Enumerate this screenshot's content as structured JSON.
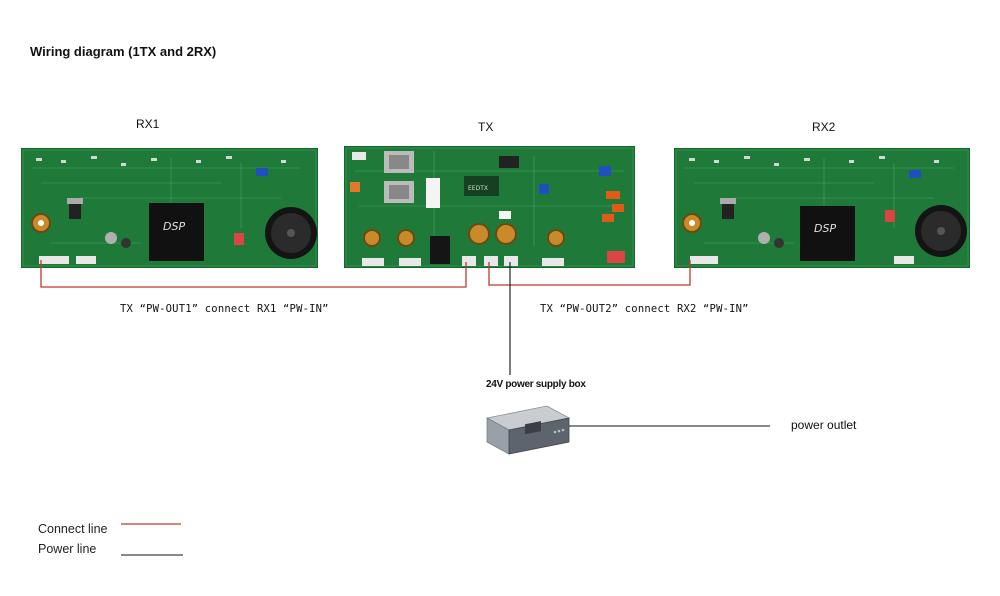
{
  "title": "Wiring diagram (1TX and 2RX)",
  "boards": {
    "rx1": {
      "label": "RX1",
      "chip": "DSP"
    },
    "tx": {
      "label": "TX",
      "chip": "EEDTX"
    },
    "rx2": {
      "label": "RX2",
      "chip": "DSP"
    }
  },
  "connections": {
    "out1": "TX “PW-OUT1” connect RX1 “PW-IN”",
    "out2": "TX “PW-OUT2” connect RX2 “PW-IN”"
  },
  "psu": {
    "label": "24V power supply box"
  },
  "outlet": {
    "label": "power outlet"
  },
  "legend": {
    "connect": "Connect line",
    "power": "Power line"
  },
  "colors": {
    "pcb": "#1f7a3a",
    "connect_line": "#c0392b",
    "power_line": "#111111"
  }
}
